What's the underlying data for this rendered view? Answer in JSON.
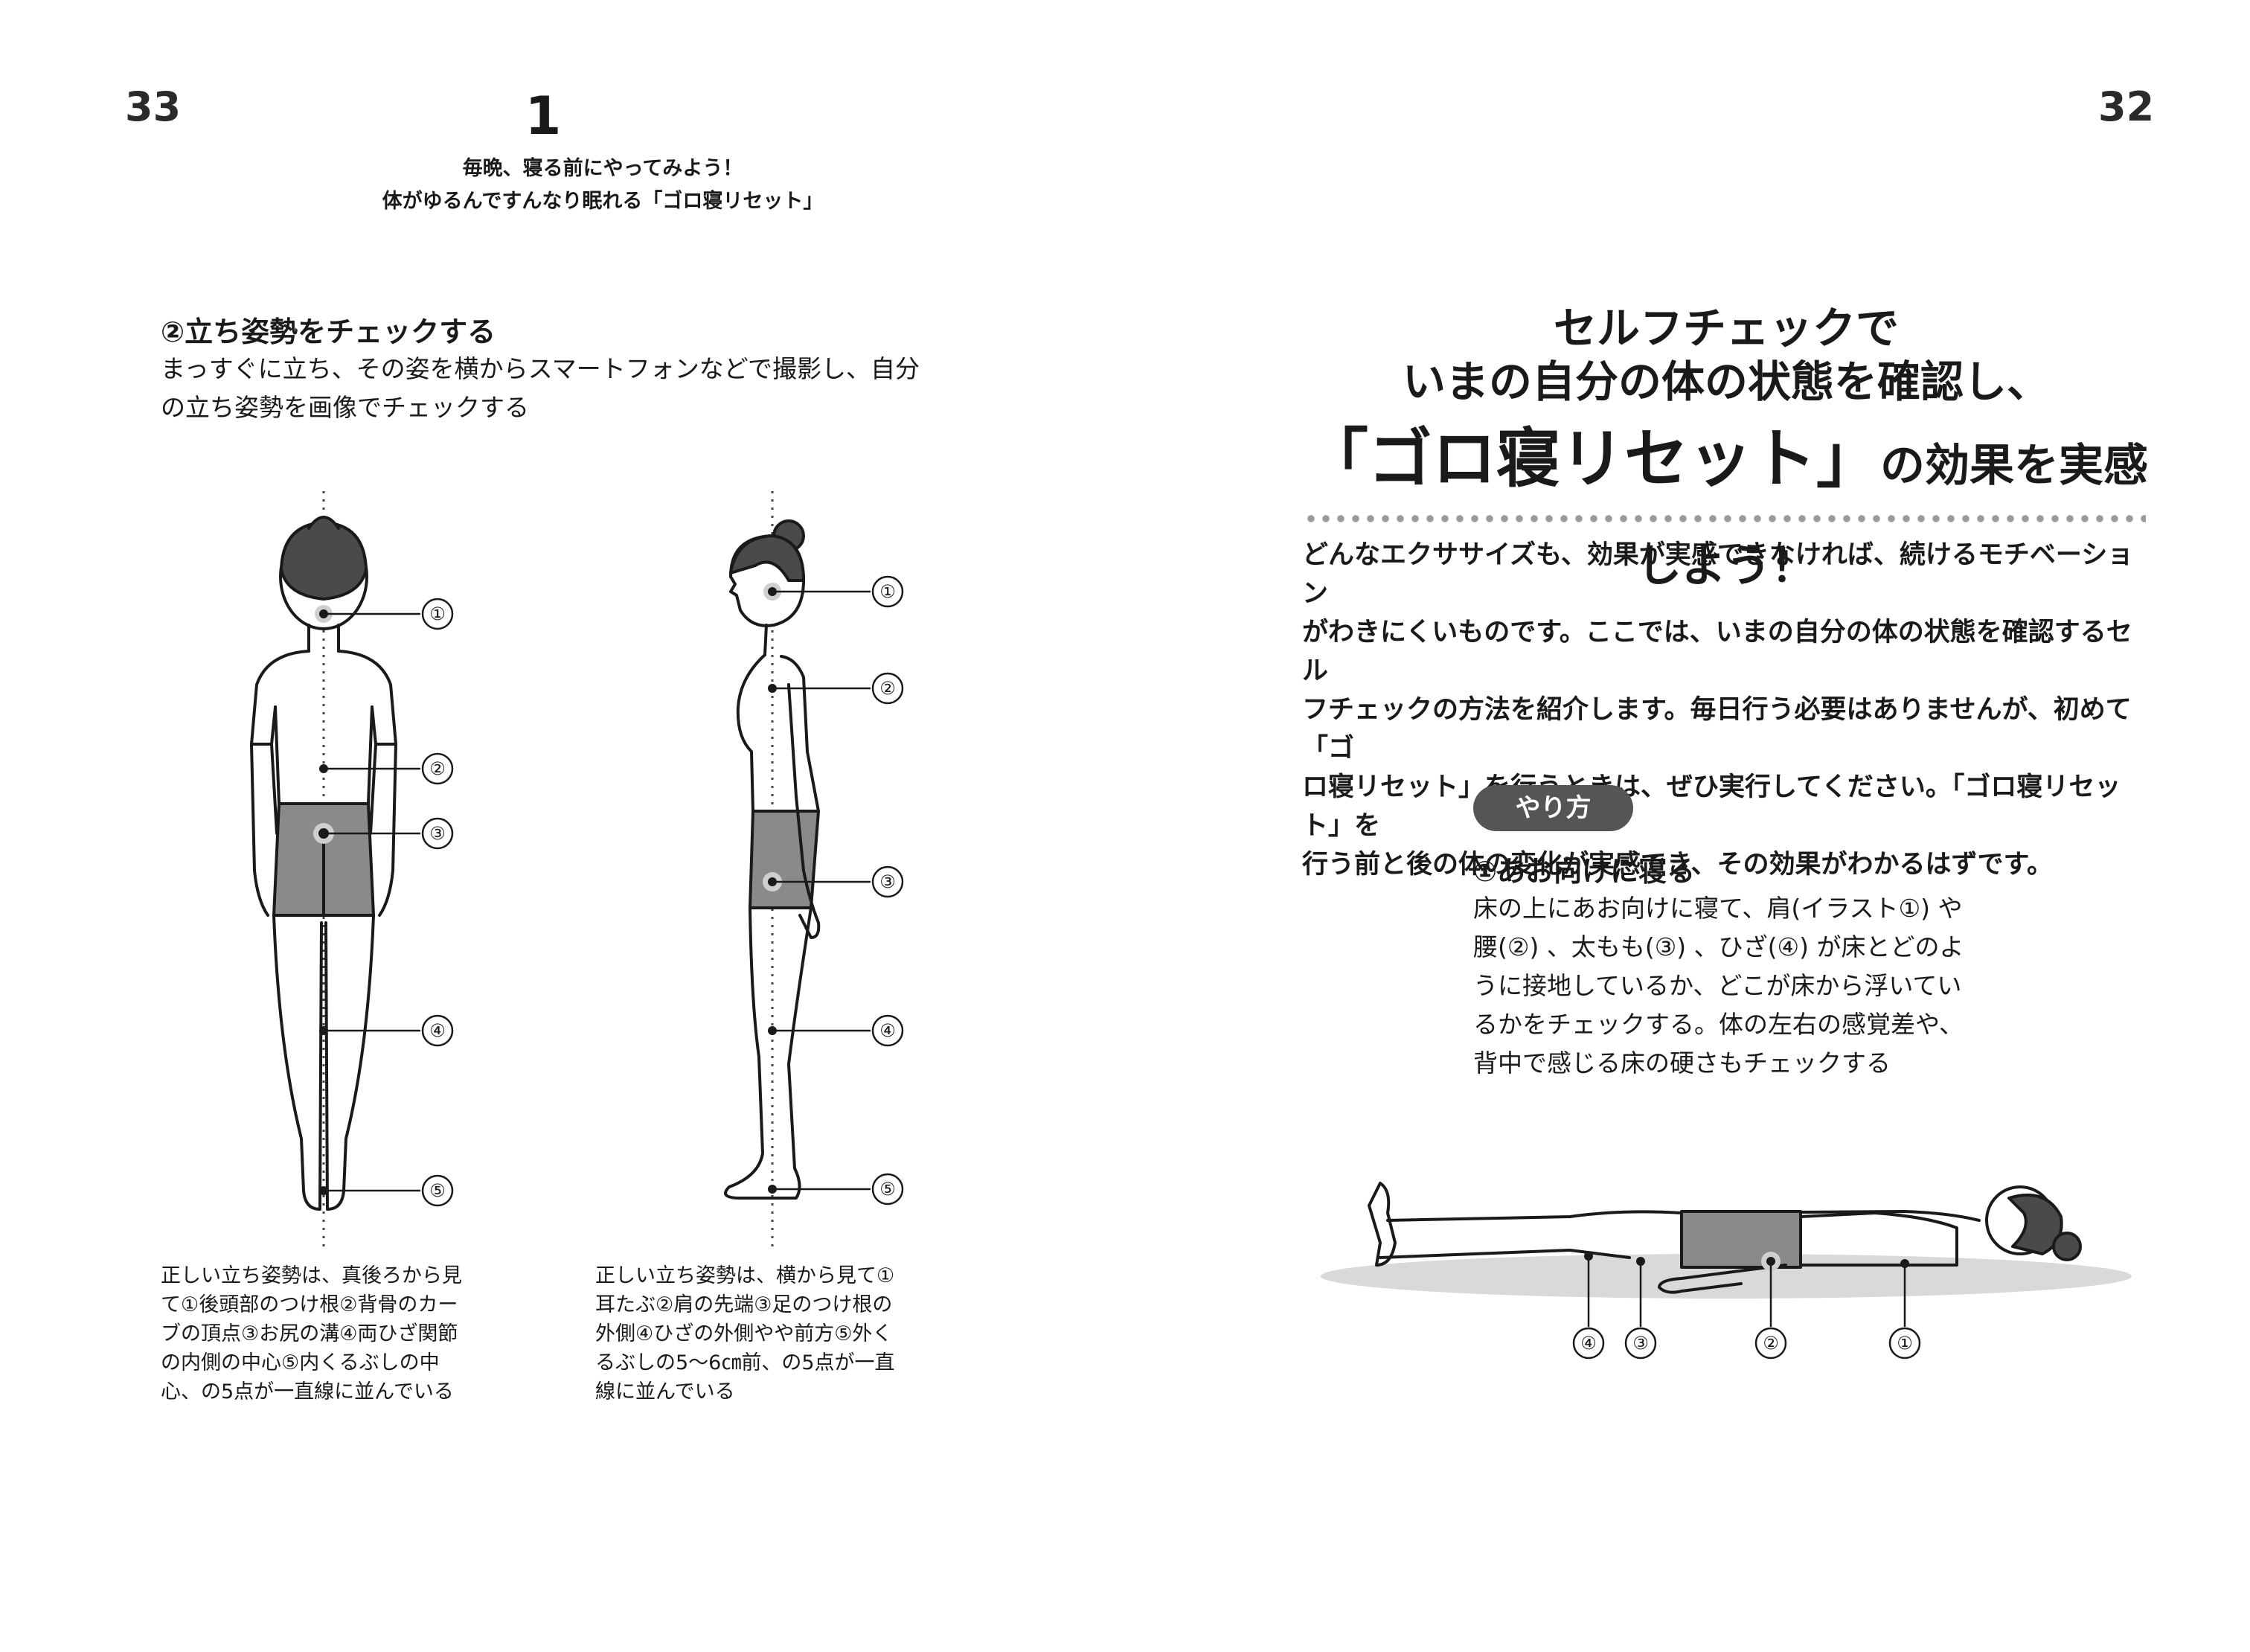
{
  "left_page": {
    "page_number": "33",
    "chapter_number": "1",
    "running_title": [
      "毎晩、寝る前にやってみよう！",
      "体がゆるんですんなり眠れる「ゴロ寝リセット」"
    ],
    "step_heading": "②立ち姿勢をチェックする",
    "step_text": [
      "まっすぐに立ち、その姿を横からスマートフォンなどで撮影し、自分",
      "の立ち姿勢を画像でチェックする"
    ],
    "back_figure_markers": [
      "①",
      "②",
      "③",
      "④",
      "⑤"
    ],
    "side_figure_markers": [
      "①",
      "②",
      "③",
      "④",
      "⑤"
    ],
    "back_caption": [
      "正しい立ち姿勢は、真後ろから見",
      "て①後頭部のつけ根②背骨のカー",
      "ブの頂点③お尻の溝④両ひざ関節",
      "の内側の中心⑤内くるぶしの中",
      "心、の5点が一直線に並んでいる"
    ],
    "side_caption": [
      "正しい立ち姿勢は、横から見て①",
      "耳たぶ②肩の先端③足のつけ根の",
      "外側④ひざの外側やや前方⑤外く",
      "るぶしの5～6㎝前、の5点が一直",
      "線に並んでいる"
    ]
  },
  "right_page": {
    "page_number": "32",
    "headline": {
      "line1": "セルフチェックで",
      "line2": "いまの自分の体の状態を確認し、",
      "line3_main": "「ゴロ寝リセット」",
      "line3_tail": "の効果を実感しよう！"
    },
    "intro": [
      "どんなエクササイズも、効果が実感できなければ、続けるモチベーション",
      "がわきにくいものです。ここでは、いまの自分の体の状態を確認するセル",
      "フチェックの方法を紹介します。毎日行う必要はありませんが、初めて「ゴ",
      "ロ寝リセット」を行うときは、ぜひ実行してください。「ゴロ寝リセット」を",
      "行う前と後の体の変化が実感でき、その効果がわかるはずです。"
    ],
    "method_badge": "やり方",
    "step_heading": "①あお向けに寝る",
    "step_text": [
      "床の上にあお向けに寝て、肩(イラスト①) や",
      "腰(②) 、太もも(③) 、ひざ(④) が床とどのよ",
      "うに接地しているか、どこが床から浮いてい",
      "るかをチェックする。体の左右の感覚差や、",
      "背中で感じる床の硬さもチェックする"
    ],
    "lying_figure_markers": [
      "④",
      "③",
      "②",
      "①"
    ]
  }
}
